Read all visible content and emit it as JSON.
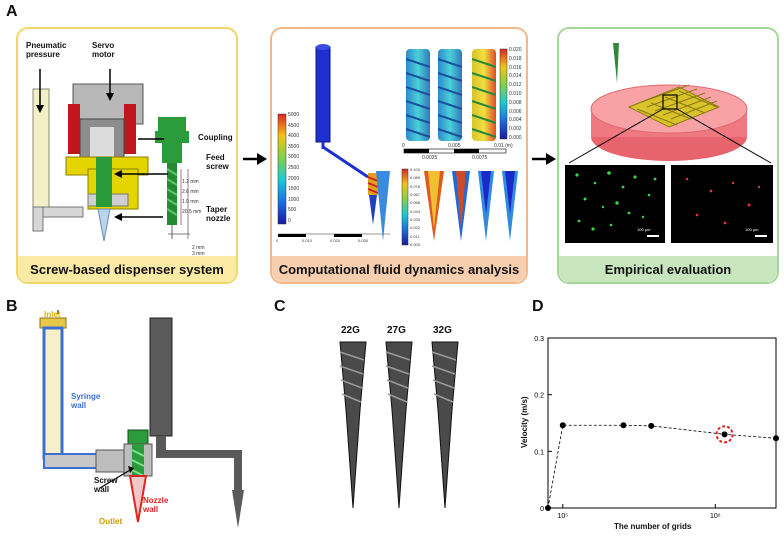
{
  "panel_letters": {
    "a": "A",
    "b": "B",
    "c": "C",
    "d": "D"
  },
  "panel_a": {
    "dispenser": {
      "footer": "Screw-based dispenser system",
      "labels": {
        "pneumatic": "Pneumatic pressure",
        "servo": "Servo motor",
        "coupling": "Coupling",
        "feed_screw": "Feed screw",
        "taper_nozzle": "Taper nozzle"
      },
      "dims": [
        "1.2 mm",
        "2.6 mm",
        "1.0 mm",
        "20.5 mm",
        "2 mm",
        "3 mm"
      ]
    },
    "cfd": {
      "footer": "Computational fluid dynamics analysis",
      "pressure_ticks": [
        "5000",
        "4500",
        "4000",
        "3500",
        "3000",
        "2500",
        "2000",
        "1500",
        "1000",
        "500",
        "0"
      ],
      "velocity_ticks": [
        "0.020",
        "0.018",
        "0.016",
        "0.014",
        "0.012",
        "0.010",
        "0.008",
        "0.006",
        "0.004",
        "0.002",
        "0.000"
      ],
      "scale_ticks": [
        "0",
        "0.005",
        "0.01 (m)"
      ],
      "scale_sub": [
        "0.0025",
        "0.0075"
      ],
      "nozzle_ticks": [
        "0.100",
        "0.089",
        "0.078",
        "0.067",
        "0.056",
        "0.044",
        "0.033",
        "0.022",
        "0.011",
        "0.000"
      ],
      "bottom_scale": [
        "0",
        "0.010",
        "0.020",
        "0.030"
      ]
    },
    "empirical": {
      "footer": "Empirical evaluation",
      "scale_bar_left": "100 μm",
      "scale_bar_right": "100 μm"
    }
  },
  "panel_b": {
    "inlet": "Inlet",
    "syringe_wall": "Syringe wall",
    "screw_wall": "Screw wall",
    "nozzle_wall": "Nozzle wall",
    "outlet": "Outlet",
    "colors": {
      "syringe": "#3b6fd1",
      "nozzle": "#e02424",
      "inlet": "#e0b000"
    }
  },
  "panel_c": {
    "gauges": [
      "22G",
      "27G",
      "32G"
    ]
  },
  "chart_data": {
    "type": "scatter",
    "title": "",
    "xlabel": "The number of grids",
    "ylabel": "Velocity (m/s)",
    "xscale": "log",
    "xlim": [
      80000,
      2500000
    ],
    "ylim": [
      0,
      0.3
    ],
    "yticks": [
      "0",
      "0.1",
      "0.2",
      "0.3"
    ],
    "xticks": [
      {
        "value": 100000,
        "label": "10⁵"
      },
      {
        "value": 1000000,
        "label": "10⁶"
      }
    ],
    "line_style": "dashed",
    "grid": false,
    "series": [
      {
        "x": [
          80000,
          100000,
          250000,
          380000,
          1150000,
          2500000
        ],
        "y": [
          0.0,
          0.146,
          0.146,
          0.145,
          0.13,
          0.123
        ]
      }
    ],
    "highlight": {
      "x": 1150000,
      "y": 0.13,
      "color": "#e02424"
    }
  }
}
